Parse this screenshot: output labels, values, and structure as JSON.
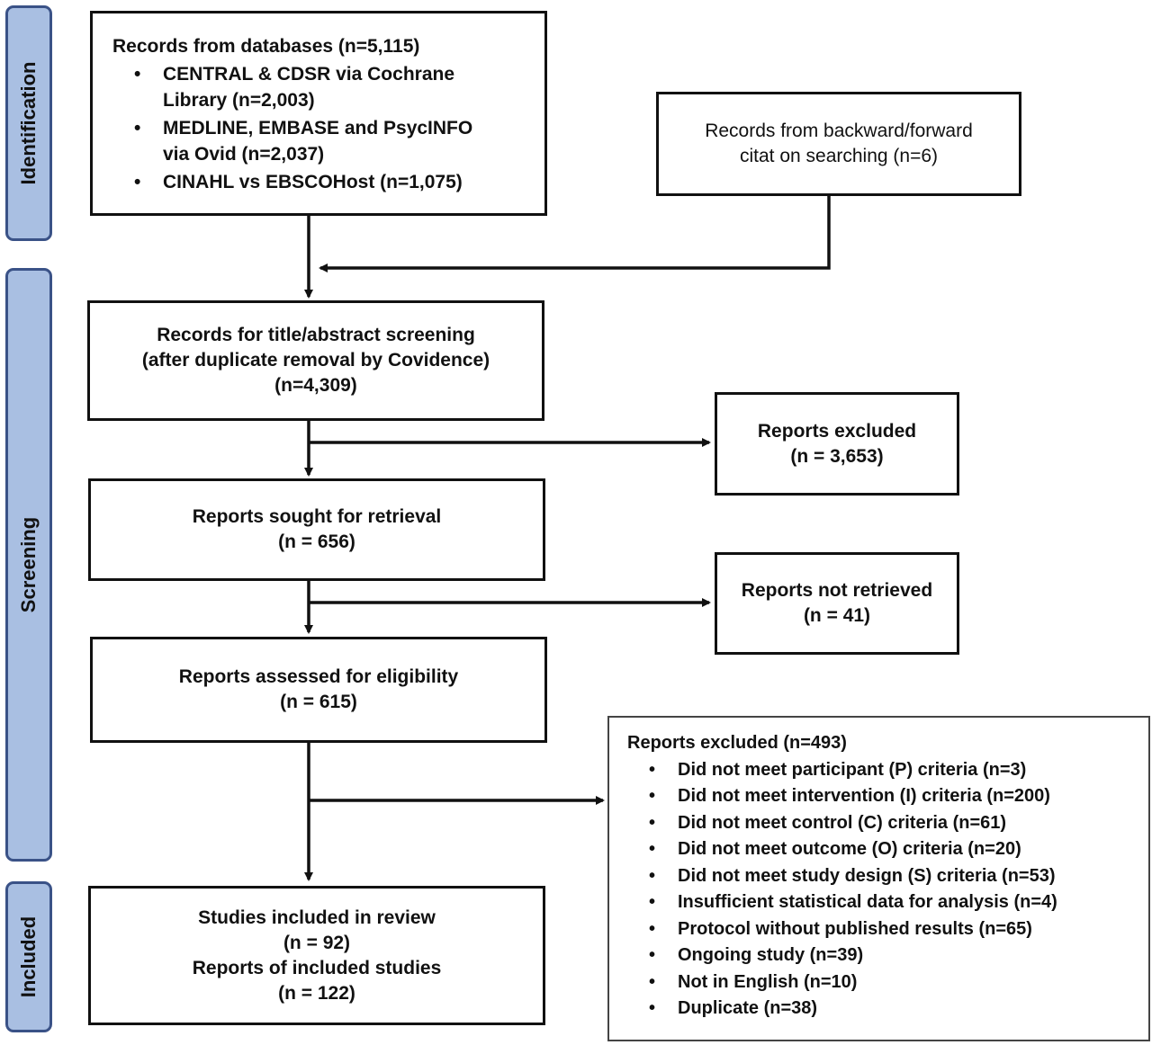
{
  "phases": {
    "identification": "Identification",
    "screening": "Screening",
    "included": "Included"
  },
  "databases": {
    "title": "Records from databases (n=5,115)",
    "items": [
      [
        "CENTRAL & CDSR via Cochrane",
        "Library (n=2,003)"
      ],
      [
        "MEDLINE, EMBASE and PsycINFO",
        "via Ovid (n=2,037)"
      ],
      [
        "CINAHL vs EBSCOHost (n=1,075)"
      ]
    ]
  },
  "citation": {
    "line1": "Records from backward/forward",
    "line2": "citat on searching (n=6)"
  },
  "screening_box": {
    "line1": "Records for title/abstract screening",
    "line2": "(after duplicate removal by Covidence)",
    "line3": "(n=4,309)"
  },
  "excluded_1": {
    "line1": "Reports excluded",
    "line2": "(n = 3,653)"
  },
  "sought": {
    "line1": "Reports sought for retrieval",
    "line2": "(n = 656)"
  },
  "not_retrieved": {
    "line1": "Reports not retrieved",
    "line2": "(n = 41)"
  },
  "assessed": {
    "line1": "Reports assessed for eligibility",
    "line2": "(n = 615)"
  },
  "excluded_2": {
    "title": "Reports excluded (n=493)",
    "items": [
      "Did not meet participant (P) criteria (n=3)",
      "Did not meet intervention (I) criteria (n=200)",
      "Did not meet control (C) criteria (n=61)",
      "Did not meet outcome (O) criteria (n=20)",
      "Did not meet study design (S) criteria (n=53)",
      "Insufficient statistical data for analysis (n=4)",
      "Protocol without published results (n=65)",
      "Ongoing study (n=39)",
      "Not in English (n=10)",
      "Duplicate (n=38)"
    ]
  },
  "included_box": {
    "line1": "Studies included in review",
    "line2": "(n = 92)",
    "line3": "Reports of included studies",
    "line4": "(n = 122)"
  }
}
